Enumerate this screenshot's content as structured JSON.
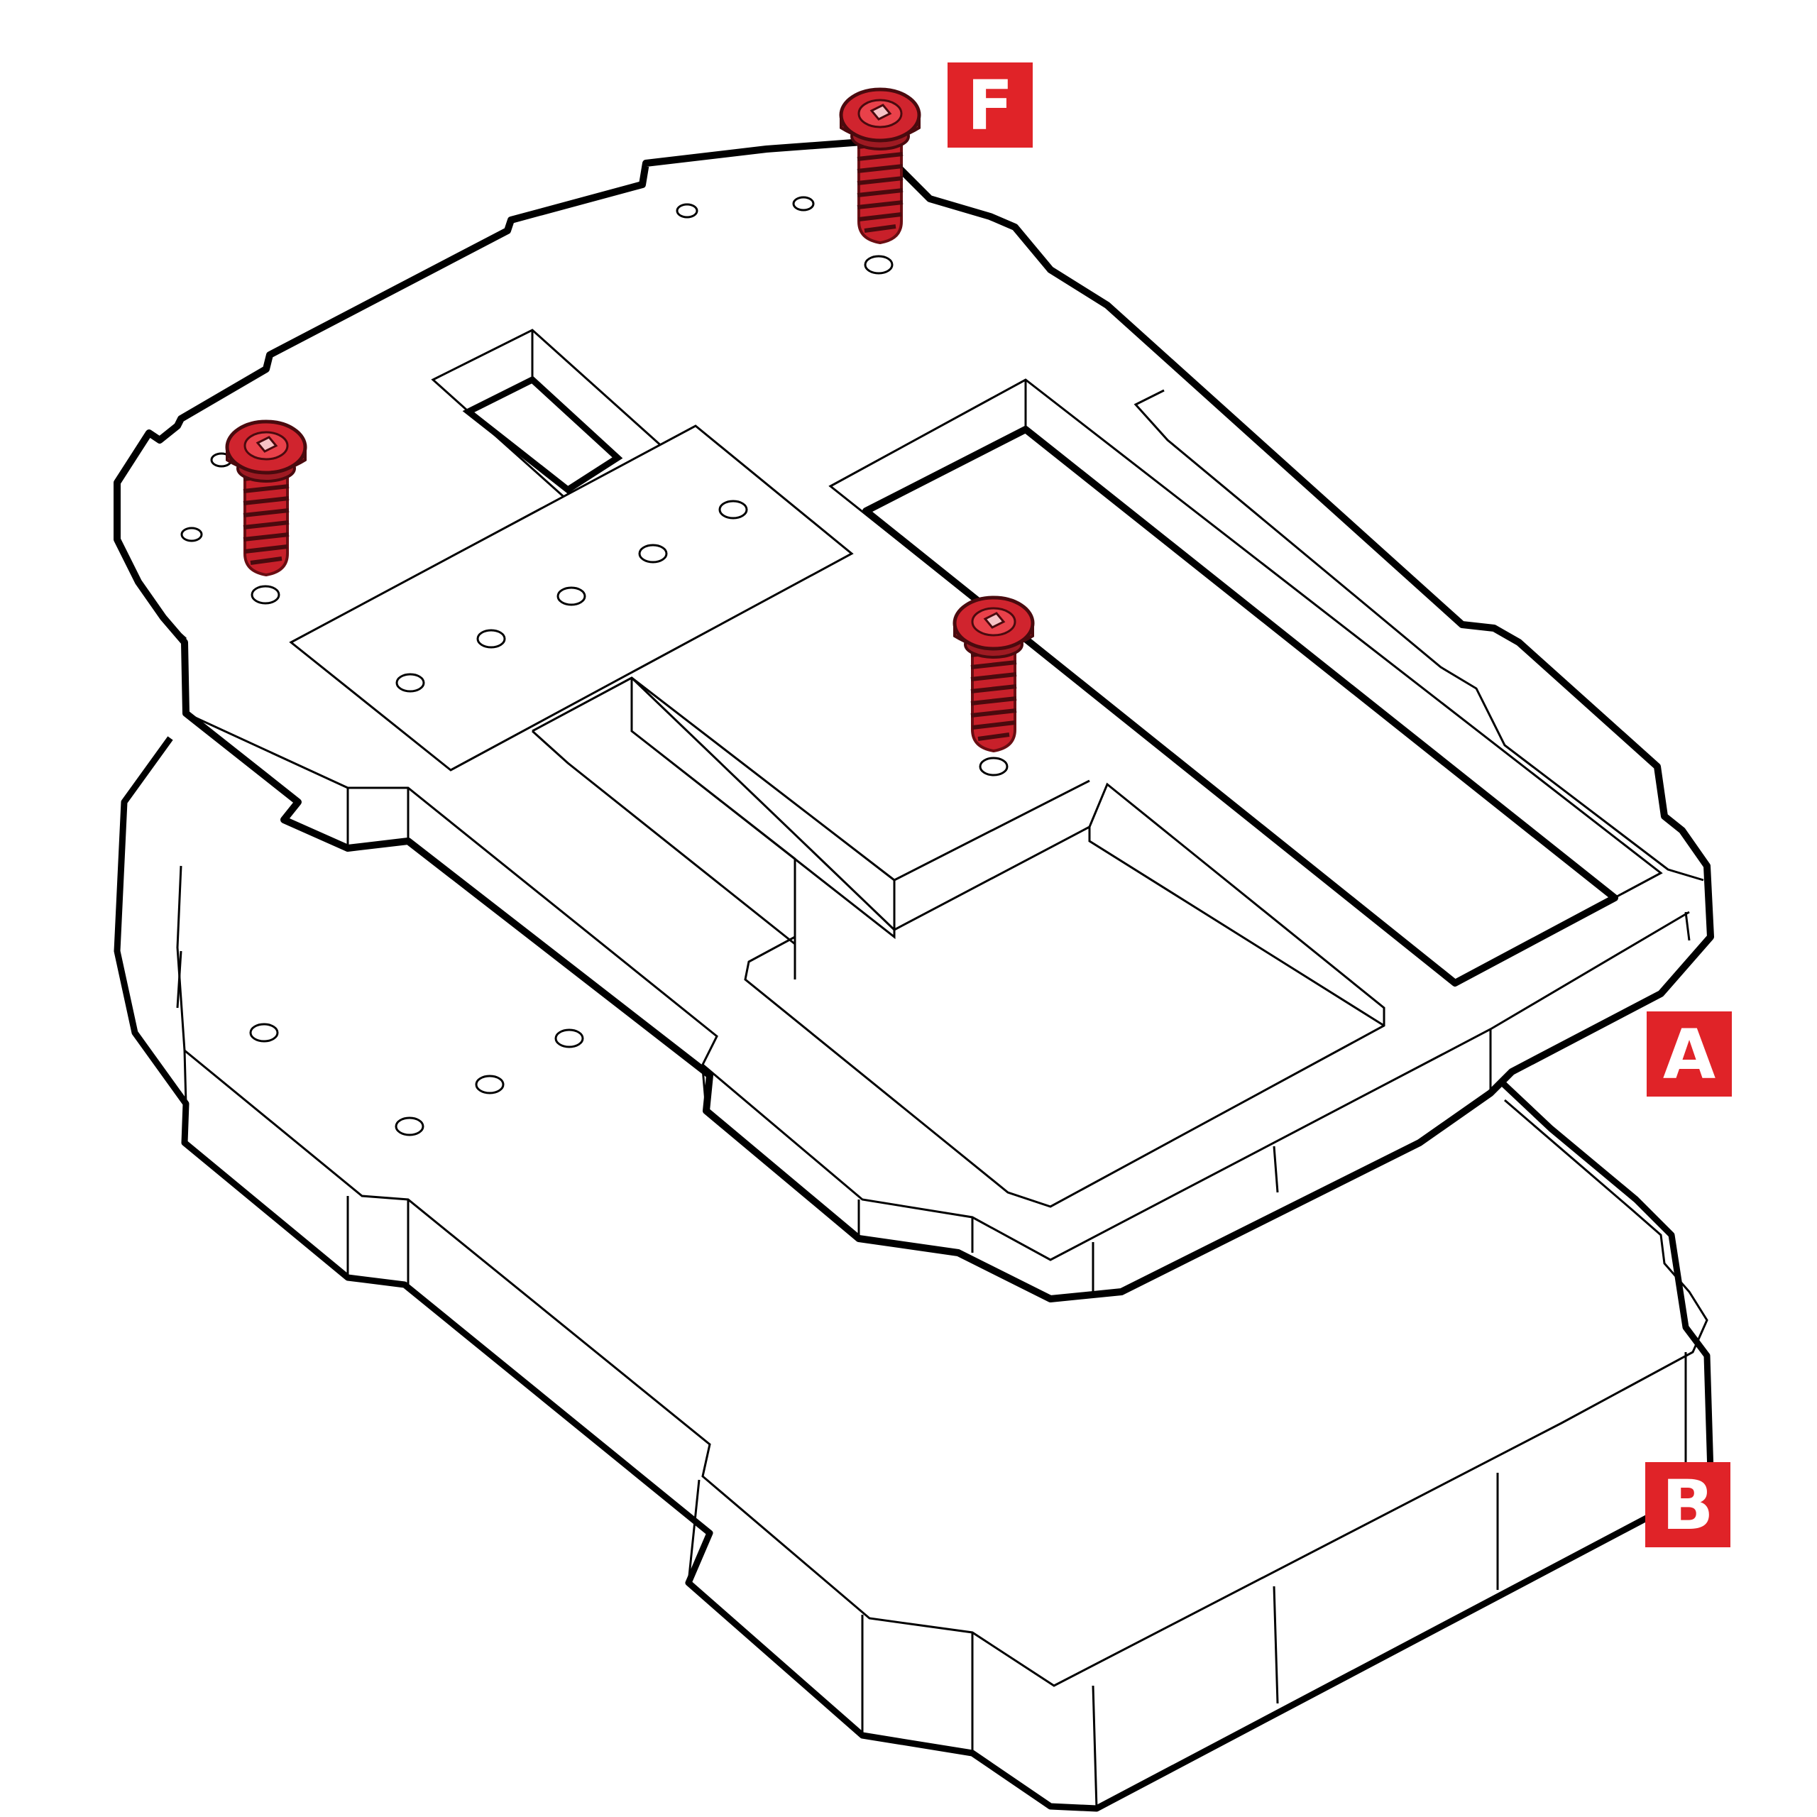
{
  "figure": {
    "type": "exploded-assembly",
    "background": "#ffffff",
    "line_color": "#000000",
    "accent_color": "#e02328",
    "screw_color": "#c8202a",
    "screw_shadow": "#6a0d12"
  },
  "labels": {
    "top_plate": "A",
    "bottom_plate": "B",
    "screws": "F"
  },
  "parts": [
    {
      "id": "plate-a",
      "tag": "A"
    },
    {
      "id": "plate-b",
      "tag": "B"
    },
    {
      "id": "screw-1",
      "tag": "F"
    },
    {
      "id": "screw-2",
      "tag": "F"
    },
    {
      "id": "screw-3",
      "tag": "F"
    }
  ]
}
